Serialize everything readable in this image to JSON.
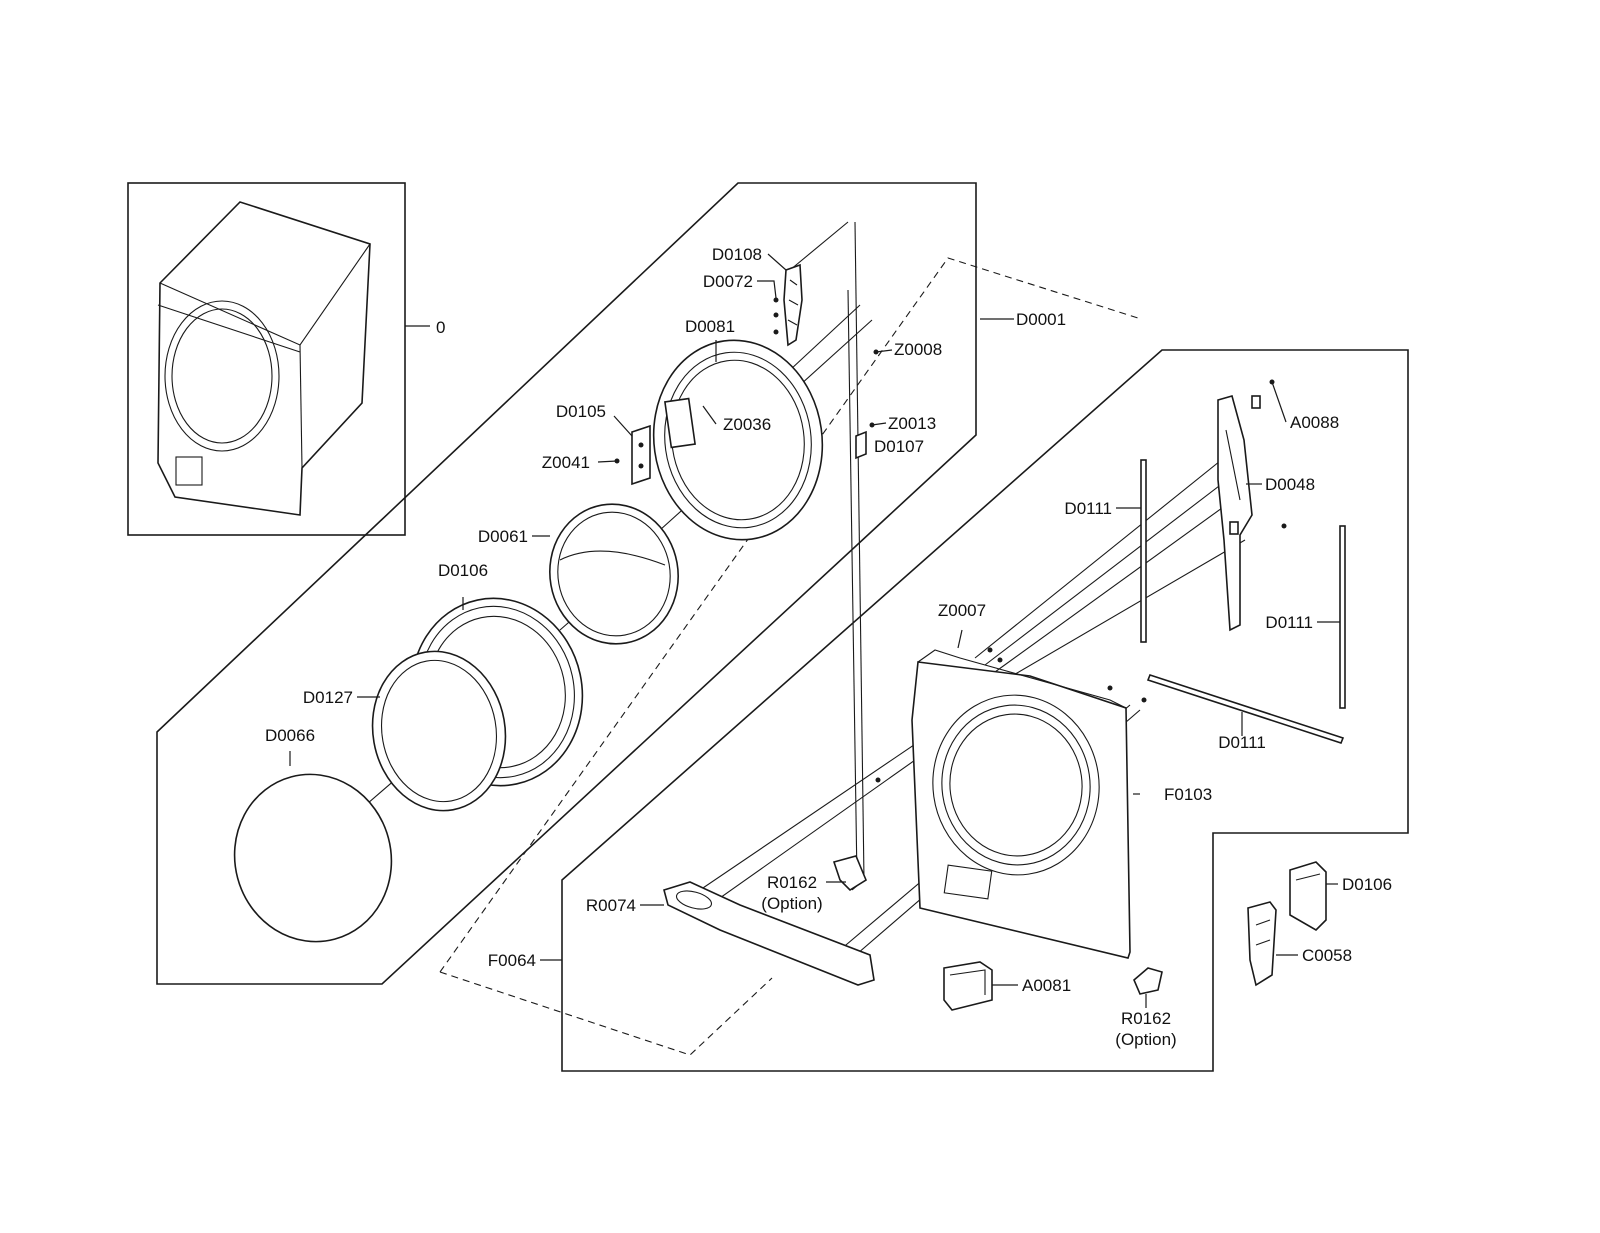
{
  "labels": {
    "assembly": "0",
    "d0108": "D0108",
    "d0072": "D0072",
    "d0081": "D0081",
    "d0001": "D0001",
    "z0008": "Z0008",
    "d0105": "D0105",
    "z0036": "Z0036",
    "z0013": "Z0013",
    "d0107": "D0107",
    "z0041": "Z0041",
    "a0088": "A0088",
    "d0048": "D0048",
    "d0111_a": "D0111",
    "d0111_b": "D0111",
    "d0111_c": "D0111",
    "d0061": "D0061",
    "d0106_ring": "D0106",
    "z0007": "Z0007",
    "d0127": "D0127",
    "d0066": "D0066",
    "f0103": "F0103",
    "r0162_a": "R0162",
    "r0162_a_note": "(Option)",
    "r0074": "R0074",
    "d0106_lock": "D0106",
    "c0058": "C0058",
    "f0064": "F0064",
    "a0081": "A0081",
    "r0162_b": "R0162",
    "r0162_b_note": "(Option)"
  }
}
